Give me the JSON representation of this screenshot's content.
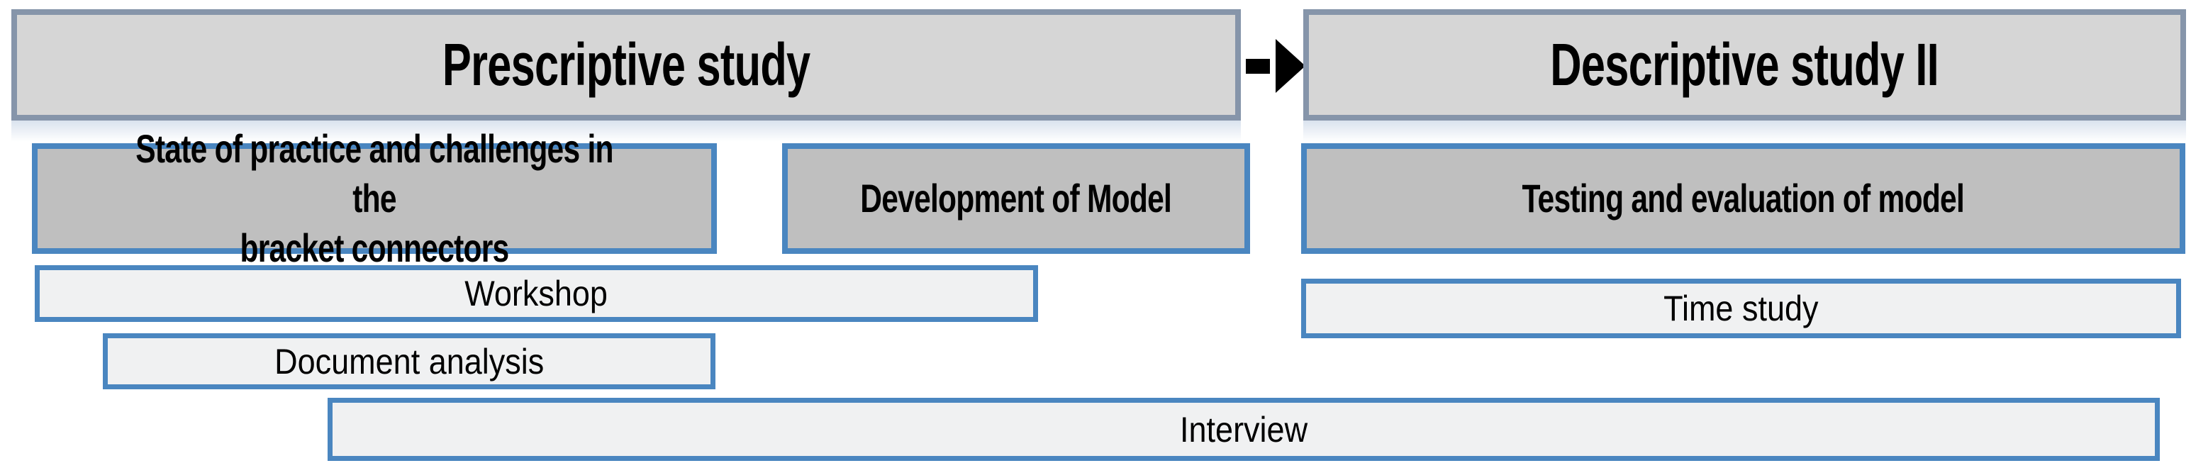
{
  "diagram_title": "Design research methodology stages",
  "phases": [
    {
      "label": "Prescriptive study"
    },
    {
      "label": "Descriptive study II"
    }
  ],
  "activities": [
    {
      "label": "State of practice and challenges in the\nbracket connectors",
      "phase": "Prescriptive study"
    },
    {
      "label": "Development of Model",
      "phase": "Prescriptive study"
    },
    {
      "label": "Testing and evaluation of model",
      "phase": "Descriptive study II"
    }
  ],
  "methods": [
    {
      "label": "Workshop"
    },
    {
      "label": "Time study"
    },
    {
      "label": "Document analysis"
    },
    {
      "label": "Interview"
    }
  ],
  "icons": [
    {
      "name": "flow-arrow-icon",
      "glyph": "dash-right-triangle"
    }
  ],
  "colors": {
    "bg": "#ffffff",
    "text": "#000000",
    "blue": "#4a86c0",
    "phase-border": "#8695aa",
    "phase-fill": "#d6d6d6",
    "activity-fill": "#bfbfbf",
    "method-fill": "#f0f1f2",
    "arrow": "#000000"
  }
}
